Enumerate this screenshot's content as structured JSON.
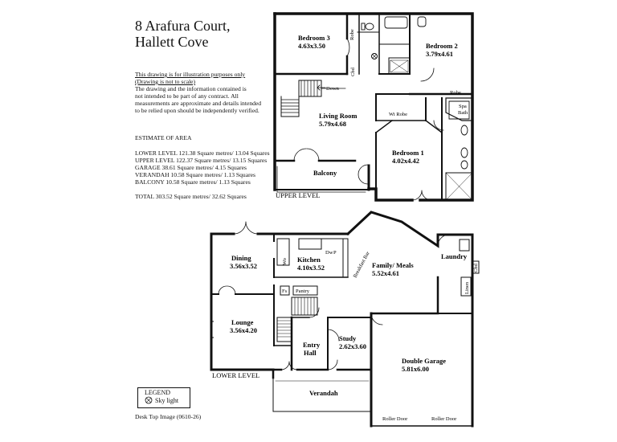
{
  "header": {
    "title_line1": "8 Arafura Court,",
    "title_line2": "Hallett Cove"
  },
  "disclaimer": {
    "line1": "This drawing is for illustration purposes only",
    "line2": "(Drawing is not to scale)",
    "line3": "The drawing and the information contained is",
    "line4": "not intended to be part of any contract.  All",
    "line5": "measurements are approximate and details intended",
    "line6": "to be relied upon should be independently verified."
  },
  "area": {
    "heading": "ESTIMATE OF AREA",
    "rows": [
      "LOWER LEVEL  121.38 Square metres/ 13.04 Squares",
      "UPPER LEVEL  122.37 Square metres/ 13.15 Squares",
      "GARAGE  38.61 Square metres/ 4.15 Squares",
      "VERANDAH  10.58 Square metres/ 1.13 Squares",
      "BALCONY  10.58 Square metres/ 1.13 Squares"
    ],
    "total": "TOTAL  303.52 Square metres/ 32.62 Squares"
  },
  "upper": {
    "level_label": "UPPER LEVEL",
    "bedroom3": {
      "name": "Bedroom 3",
      "size": "4.63x3.50"
    },
    "bedroom2": {
      "name": "Bedroom 2",
      "size": "3.79x4.61"
    },
    "living": {
      "name": "Living Room",
      "size": "5.79x4.68"
    },
    "bedroom1": {
      "name": "Bedroom 1",
      "size": "4.02x4.42"
    },
    "balcony": "Balcony",
    "robe_b3": "Robe",
    "robe_b2": "Robe",
    "cbd": "Cbd",
    "wi_robe": "Wi Robe",
    "spa": "Spa",
    "bath": "Bath",
    "down": "Down"
  },
  "lower": {
    "level_label": "LOWER LEVEL",
    "dining": {
      "name": "Dining",
      "size": "3.56x3.52"
    },
    "kitchen": {
      "name": "Kitchen",
      "size": "4.10x3.52"
    },
    "family": {
      "name": "Family/ Meals",
      "size": "5.52x4.61"
    },
    "laundry": "Laundry",
    "lounge": {
      "name": "Lounge",
      "size": "3.56x4.20"
    },
    "entry": {
      "name": "Entry",
      "name2": "Hall"
    },
    "study": {
      "name": "Study",
      "size": "2.62x3.60"
    },
    "garage": {
      "name": "Double Garage",
      "size": "5.81x6.00"
    },
    "verandah": "Verandah",
    "roller1": "Roller Door",
    "roller2": "Roller Door",
    "breakfast_bar": "Breakfast Bar",
    "pantry": "Pantry",
    "fs": "Fs",
    "wo": "Wo",
    "dw": "Dw",
    "p": "P",
    "linen": "Linen",
    "lndy_cbd": "Cbd"
  },
  "legend": {
    "title": "LEGEND",
    "skylight": "Sky light"
  },
  "footer": {
    "credit": "Desk Top Image   (0610-26)"
  }
}
